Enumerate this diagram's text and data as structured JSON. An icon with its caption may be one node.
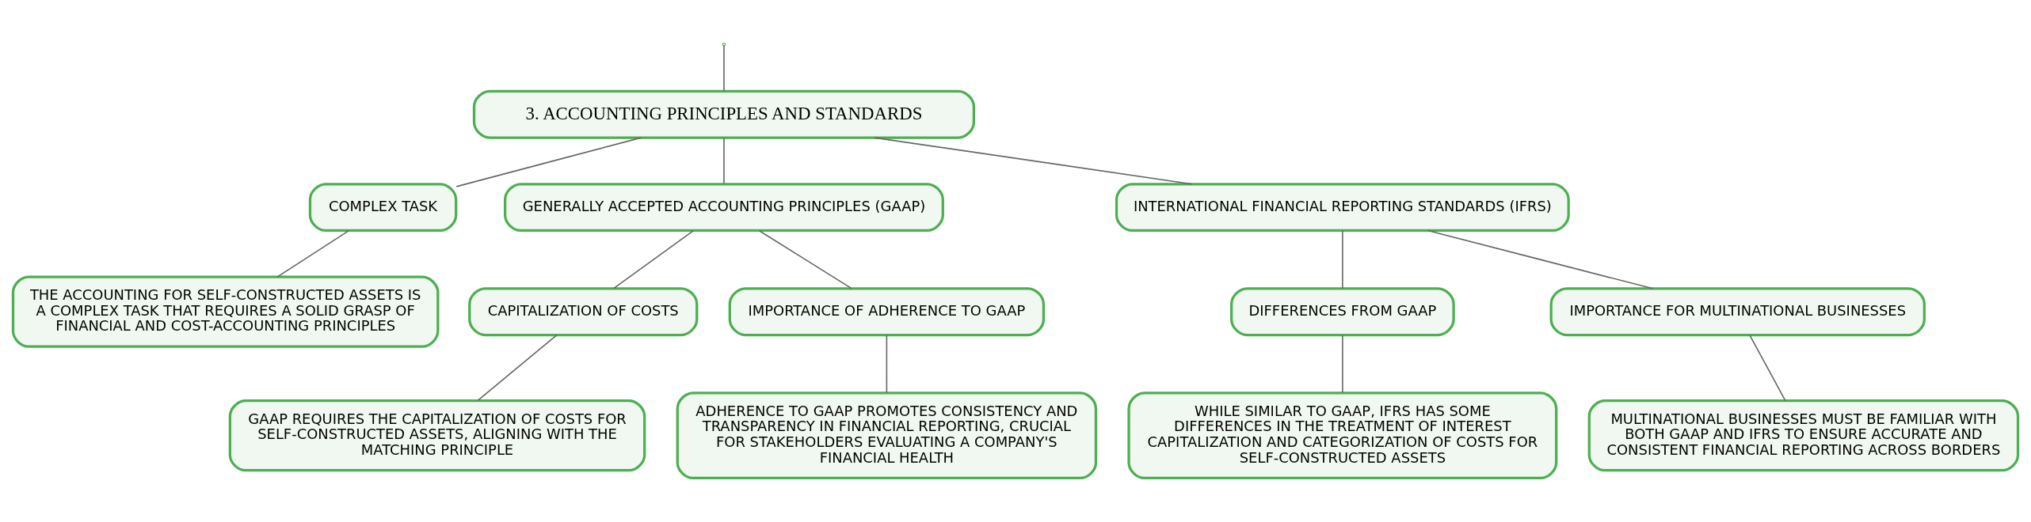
{
  "diagram": {
    "nodes": [
      {
        "text": [
          "3. ACCOUNTING PRINCIPLES AND STANDARDS"
        ]
      },
      {
        "text": [
          "COMPLEX TASK"
        ]
      },
      {
        "text": [
          "THE ACCOUNTING FOR SELF-CONSTRUCTED ASSETS IS A COMPLEX TASK THAT REQUIRES A SOLID GRASP OF FINANCIAL AND COST-ACCOUNTING PRINCIPLES"
        ]
      },
      {
        "text": [
          "GENERALLY ACCEPTED ACCOUNTING PRINCIPLES (GAAP)"
        ]
      },
      {
        "text": [
          "CAPITALIZATION OF COSTS"
        ]
      },
      {
        "text": [
          "GAAP REQUIRES THE CAPITALIZATION OF COSTS FOR SELF-CONSTRUCTED ASSETS, ALIGNING WITH THE MATCHING PRINCIPLE"
        ]
      },
      {
        "text": [
          "IMPORTANCE OF ADHERENCE TO GAAP"
        ]
      },
      {
        "text": [
          "ADHERENCE TO GAAP PROMOTES CONSISTENCY AND TRANSPARENCY IN FINANCIAL REPORTING, CRUCIAL FOR STAKEHOLDERS EVALUATING A COMPANY'S FINANCIAL HEALTH"
        ]
      },
      {
        "text": [
          "INTERNATIONAL FINANCIAL REPORTING STANDARDS (IFRS)"
        ]
      },
      {
        "text": [
          "DIFFERENCES FROM GAAP"
        ]
      },
      {
        "text": [
          "WHILE SIMILAR TO GAAP, IFRS HAS SOME DIFFERENCES IN THE TREATMENT OF INTEREST CAPITALIZATION AND CATEGORIZATION OF COSTS FOR SELF-CONSTRUCTED ASSETS"
        ]
      },
      {
        "text": [
          "IMPORTANCE FOR MULTINATIONAL BUSINESSES"
        ]
      },
      {
        "text": [
          "MULTINATIONAL BUSINESSES MUST BE FAMILIAR WITH BOTH GAAP AND IFRS TO ENSURE ACCURATE AND CONSISTENT FINANCIAL REPORTING ACROSS BORDERS"
        ]
      }
    ],
    "edges": [
      {
        "from": null,
        "to": 0,
        "arrow": "none"
      },
      {
        "from": 0,
        "to": 1,
        "arrow": "none"
      },
      {
        "from": 1,
        "to": 2,
        "arrow": "none"
      },
      {
        "from": 0,
        "to": 3,
        "arrow": "none"
      },
      {
        "from": 3,
        "to": 4,
        "arrow": "none"
      },
      {
        "from": 4,
        "to": 5,
        "arrow": "none"
      },
      {
        "from": 3,
        "to": 6,
        "arrow": "none"
      },
      {
        "from": 6,
        "to": 7,
        "arrow": "none"
      },
      {
        "from": 0,
        "to": 8,
        "arrow": "none"
      },
      {
        "from": 8,
        "to": 9,
        "arrow": "none"
      },
      {
        "from": 9,
        "to": 10,
        "arrow": "none"
      },
      {
        "from": 8,
        "to": 11,
        "arrow": "none"
      },
      {
        "from": 11,
        "to": 12,
        "arrow": "none"
      }
    ]
  }
}
